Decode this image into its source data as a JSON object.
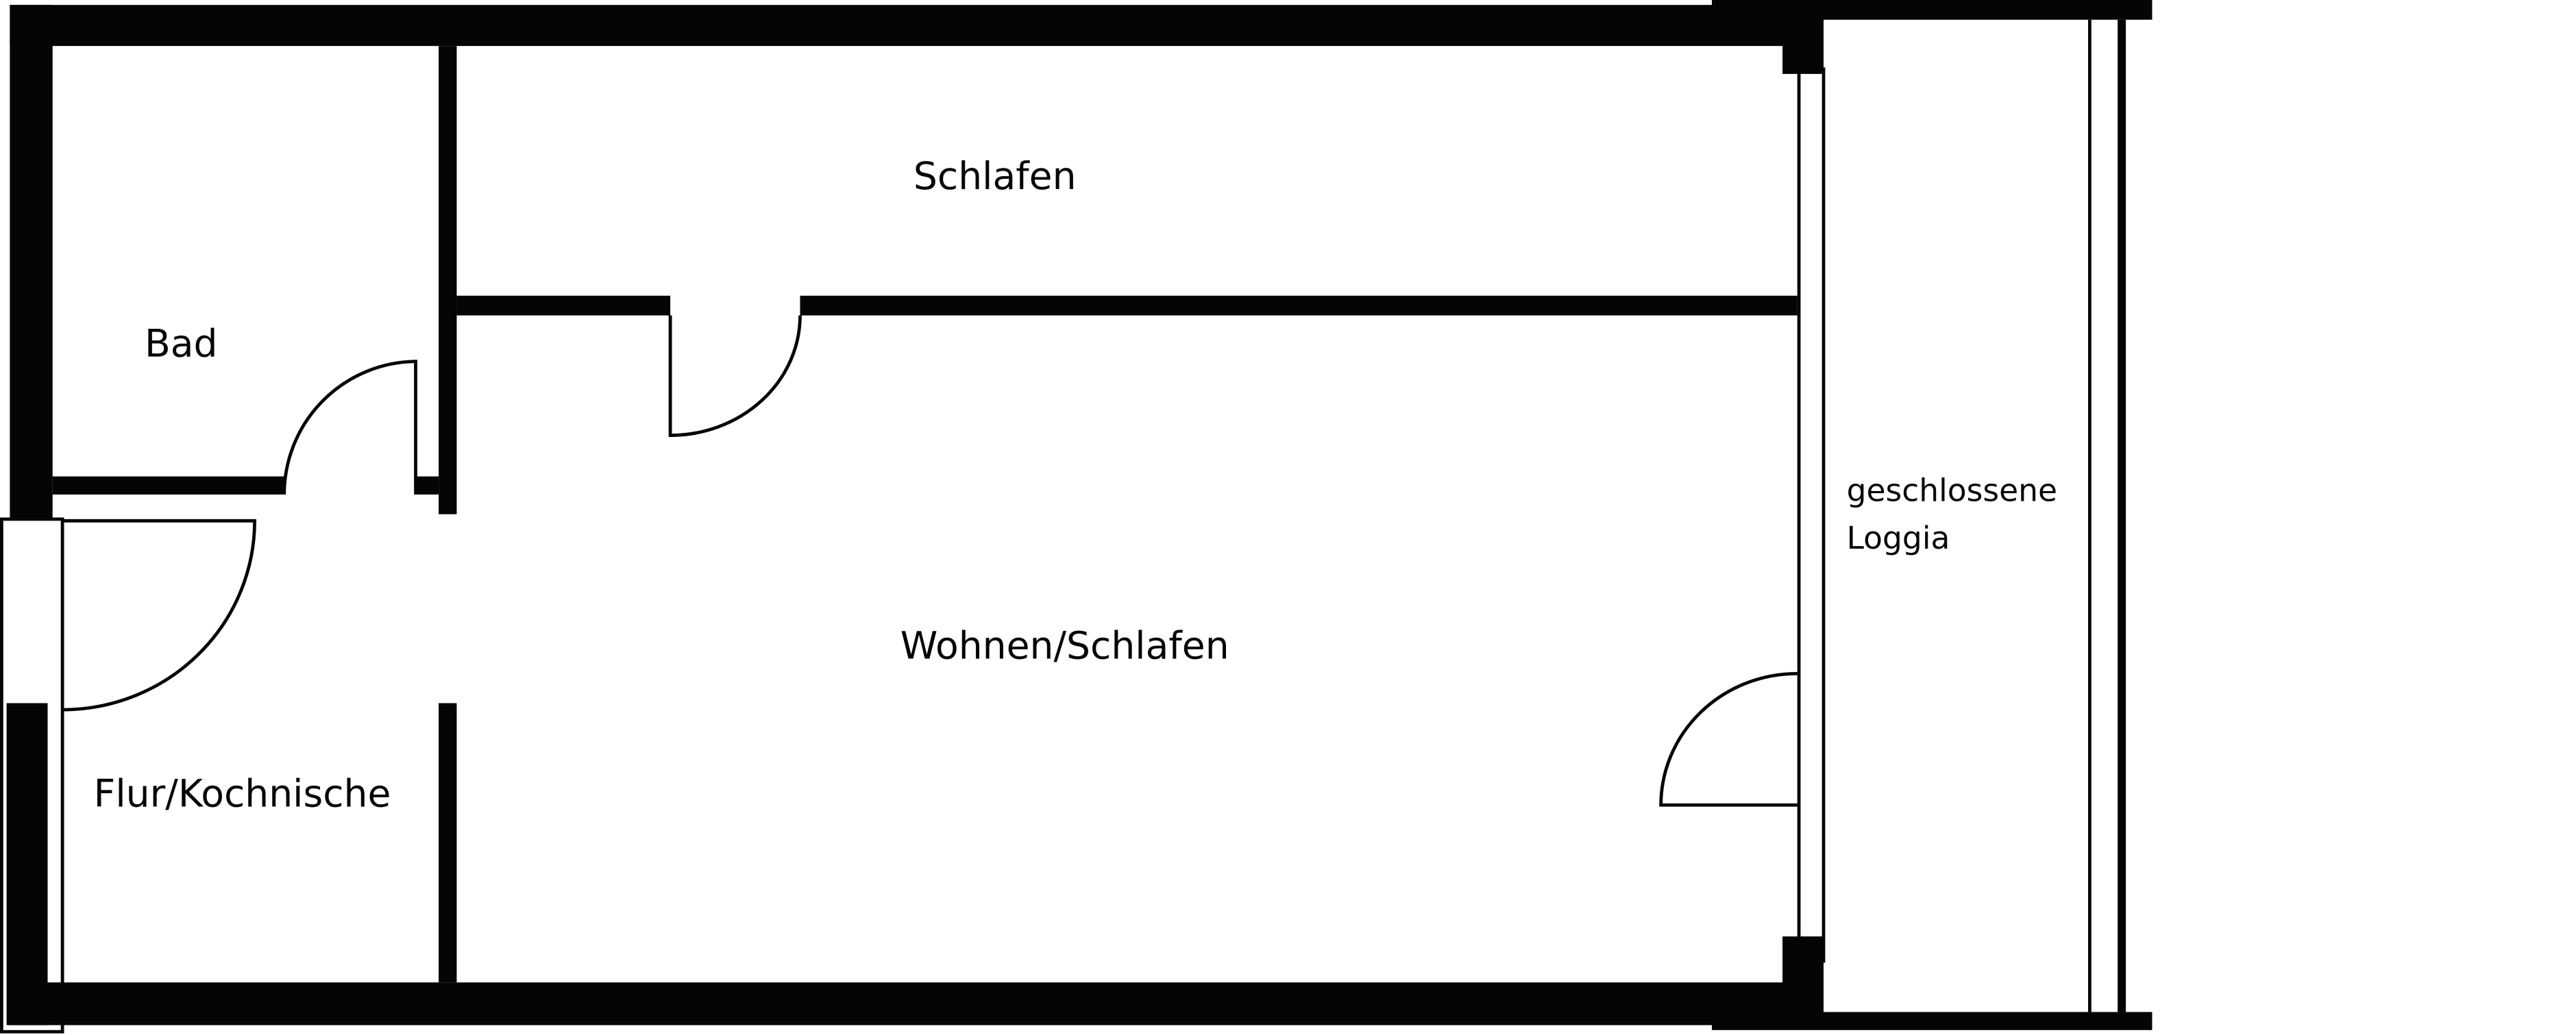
{
  "plan": {
    "rooms": {
      "schlafen": "Schlafen",
      "bad": "Bad",
      "wohnen_schlafen": "Wohnen/Schlafen",
      "flur_kochnische": "Flur/Kochnische",
      "loggia_line1": "geschlossene",
      "loggia_line2": "Loggia"
    },
    "colors": {
      "wall": "#050507",
      "background": "#ffffff"
    }
  }
}
